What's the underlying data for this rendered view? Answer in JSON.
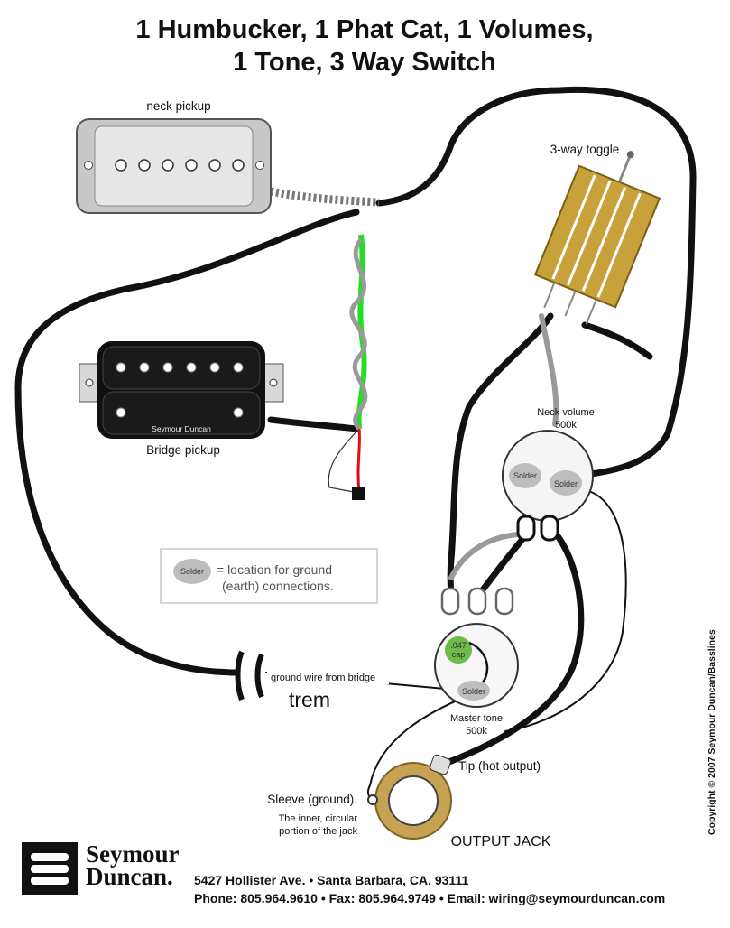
{
  "title": {
    "line1": "1 Humbucker, 1 Phat Cat, 1 Volumes,",
    "line2": "1 Tone, 3 Way Switch"
  },
  "labels": {
    "neck_pickup": "neck pickup",
    "three_way_toggle": "3-way toggle",
    "bridge_pickup": "Bridge pickup",
    "pickup_brand": "Seymour Duncan",
    "neck_volume": "Neck volume",
    "neck_volume_value": "500k",
    "solder": "Solder",
    "master_tone": "Master tone",
    "master_tone_value": "500k",
    "cap_value": ".047",
    "cap_word": "cap",
    "ground_wire": "ground wire from bridge",
    "trem": "trem",
    "tip": "Tip (hot output)",
    "sleeve": "Sleeve (ground).",
    "sleeve_note1": "The inner, circular",
    "sleeve_note2": "portion of the jack",
    "output_jack": "OUTPUT JACK",
    "copyright": "Copyright © 2007 Seymour Duncan/Basslines"
  },
  "legend": {
    "solder": "Solder",
    "text1": "= location for ground",
    "text2": "(earth) connections."
  },
  "footer": {
    "brand1": "Seymour",
    "brand2": "Duncan.",
    "address": "5427 Hollister Ave.  •  Santa Barbara, CA. 93111",
    "contact": "Phone: 805.964.9610  •  Fax: 805.964.9749  •  Email: wiring@seymourduncan.com"
  },
  "colors": {
    "wire": "#111111",
    "ground_wire": "#9a9a9a",
    "hot_green": "#22dd22",
    "red_wire": "#dd1111",
    "toggle_gold": "#c9a13a",
    "cap_green": "#6dbb4a",
    "jack_gold": "#c8a253"
  }
}
